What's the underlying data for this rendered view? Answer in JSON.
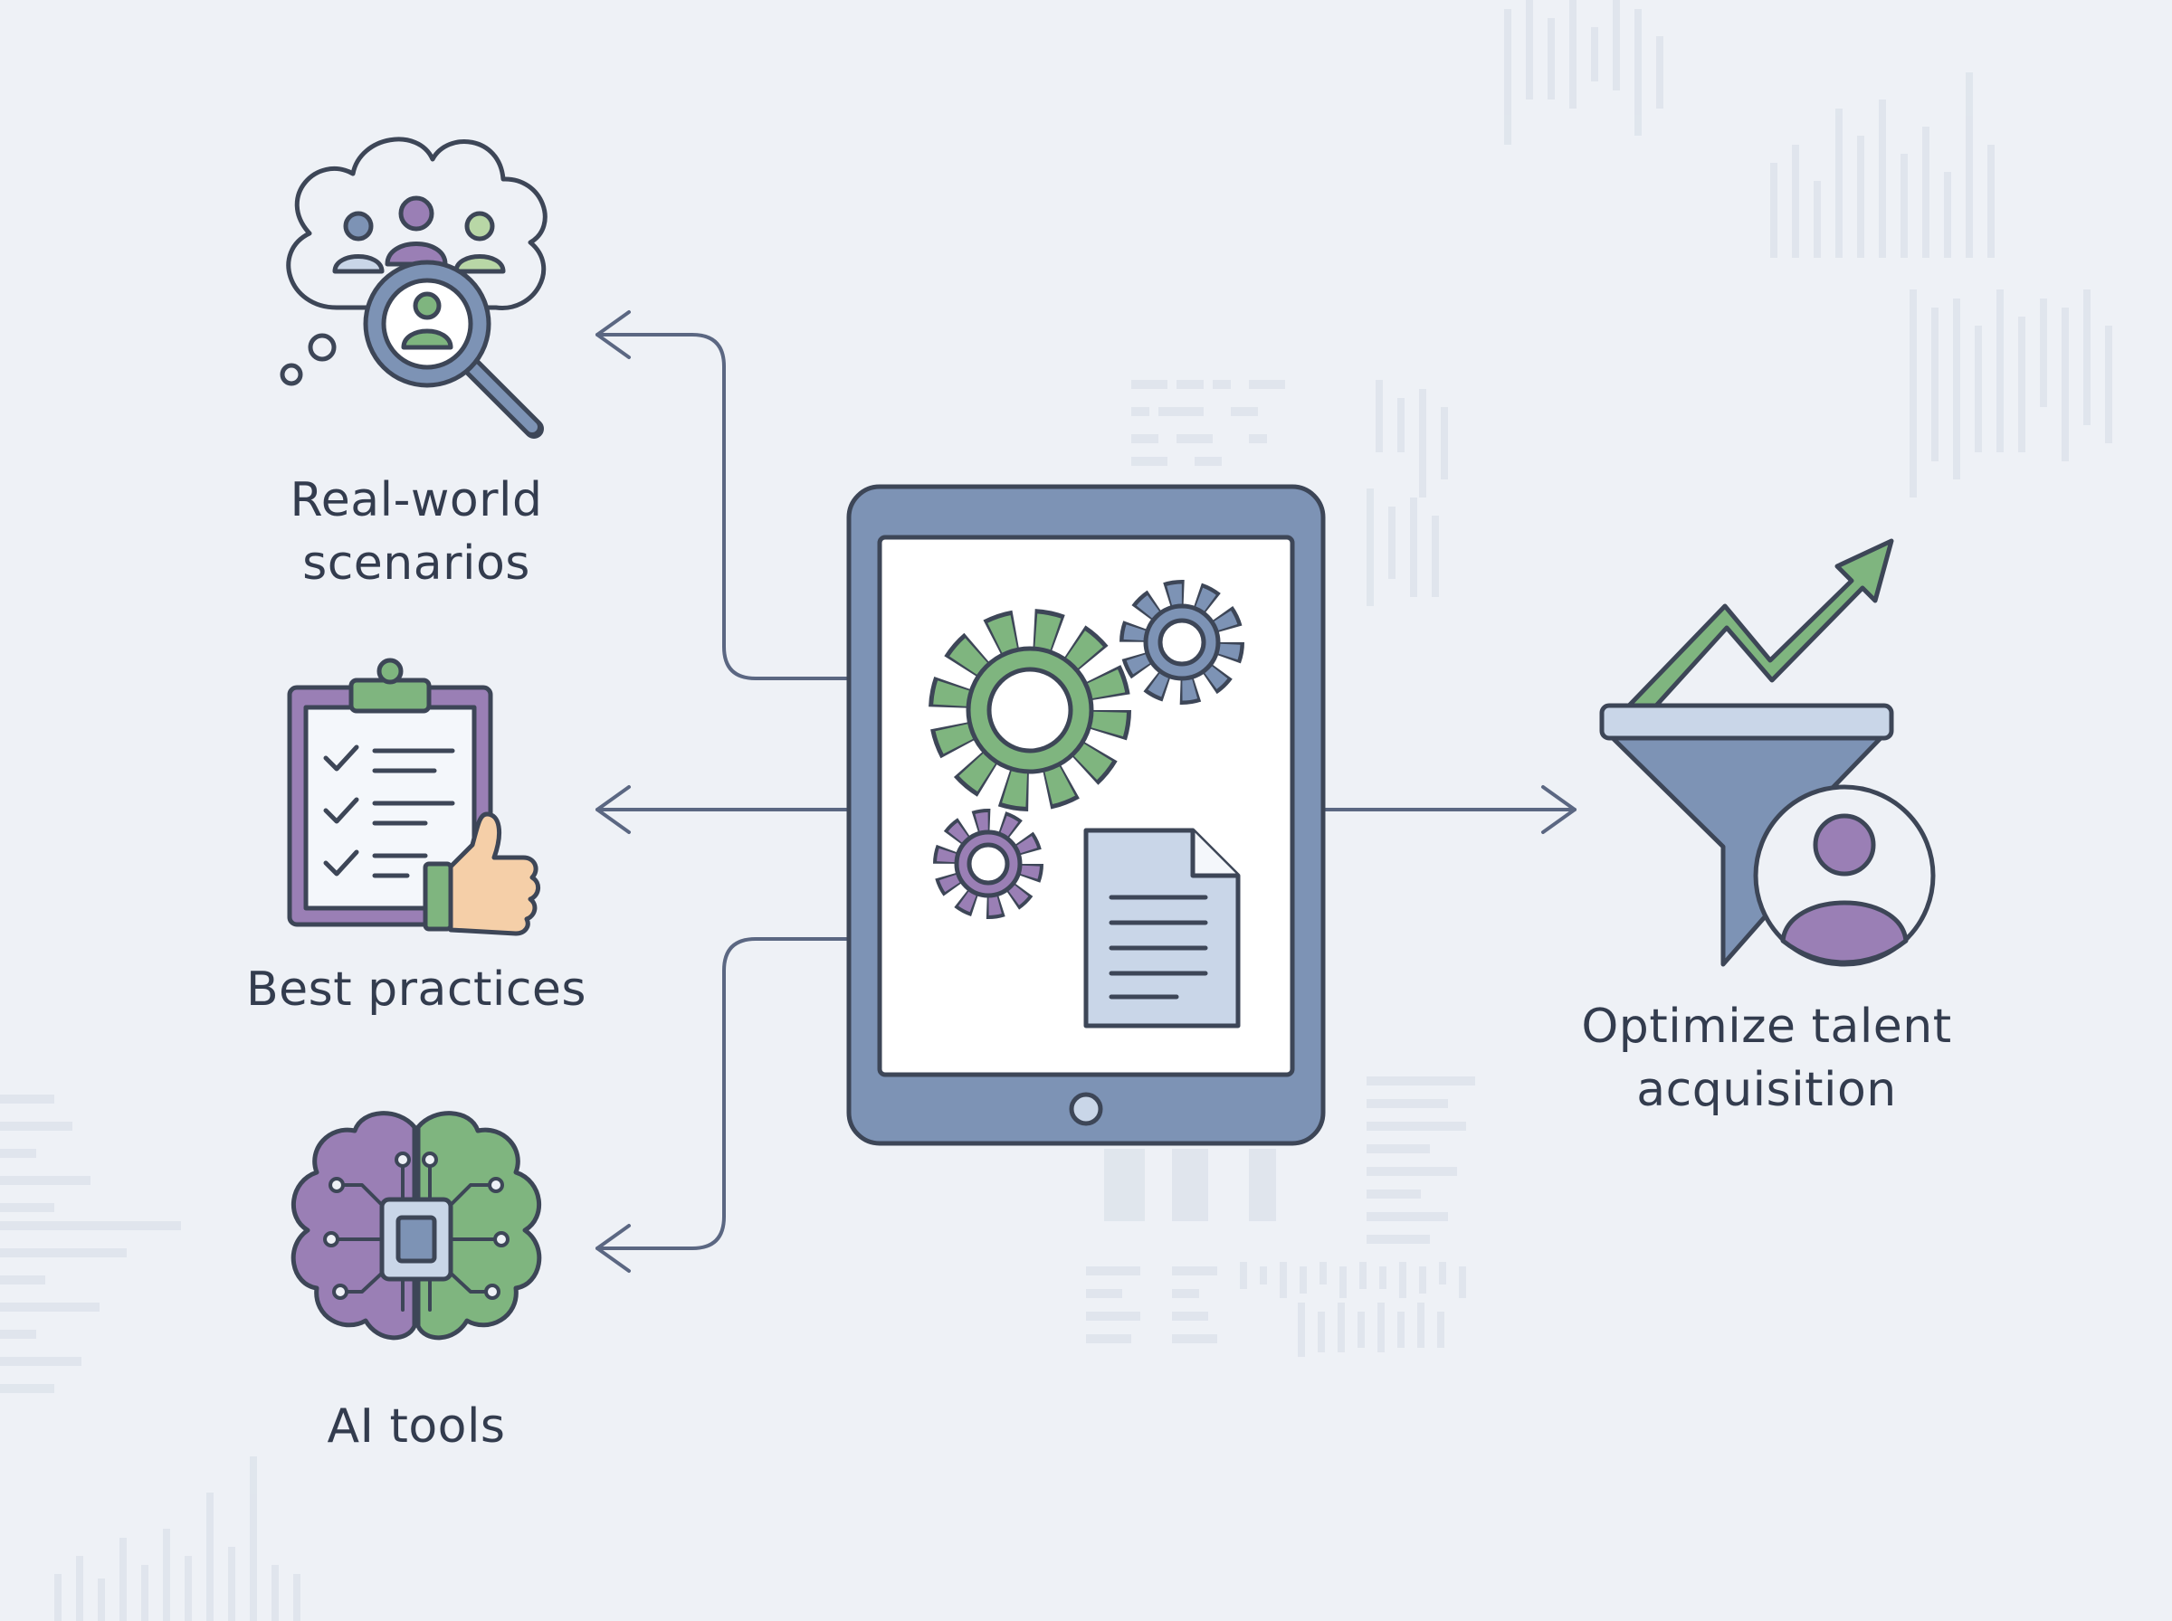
{
  "labels": {
    "real_world_line1": "Real-world",
    "real_world_line2": "scenarios",
    "best_practices": "Best practices",
    "ai_tools": "AI tools",
    "optimize_line1": "Optimize talent",
    "optimize_line2": "acquisition"
  },
  "colors": {
    "background": "#eef1f6",
    "outline": "#3d4657",
    "slate": "#7d93b5",
    "slate_light": "#c9d6e8",
    "green": "#7fb57f",
    "purple": "#9a7fb5",
    "arrow": "#5b6782",
    "skin": "#f5cfa8",
    "paper": "#f4f7fb"
  },
  "icons": {
    "real_world": "people-search-cloud-icon",
    "best_practices": "clipboard-thumbs-up-icon",
    "ai_tools": "ai-brain-chip-icon",
    "center": "tablet-gears-document-icon",
    "optimize": "funnel-growth-person-icon"
  }
}
